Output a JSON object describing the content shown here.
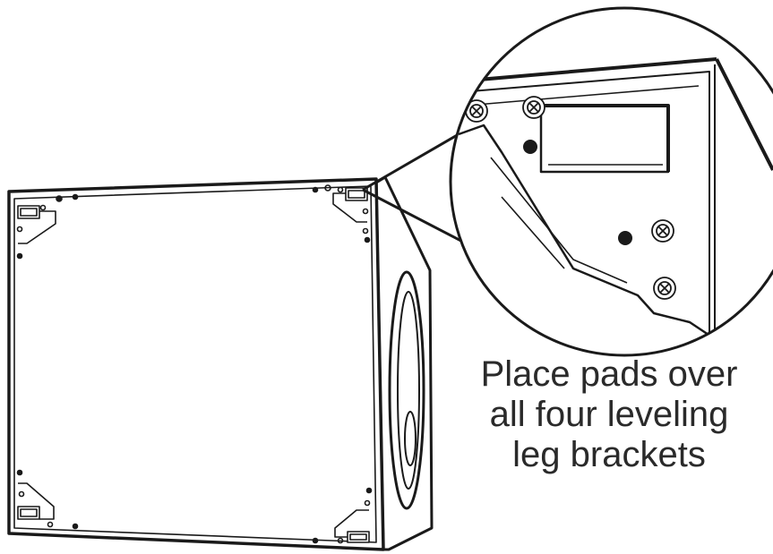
{
  "caption": {
    "lines": [
      "Place pads over",
      "all four leveling",
      "leg brackets"
    ]
  },
  "colors": {
    "line": "#1a1a1a",
    "background": "#ffffff",
    "text": "#2a2a2a"
  }
}
